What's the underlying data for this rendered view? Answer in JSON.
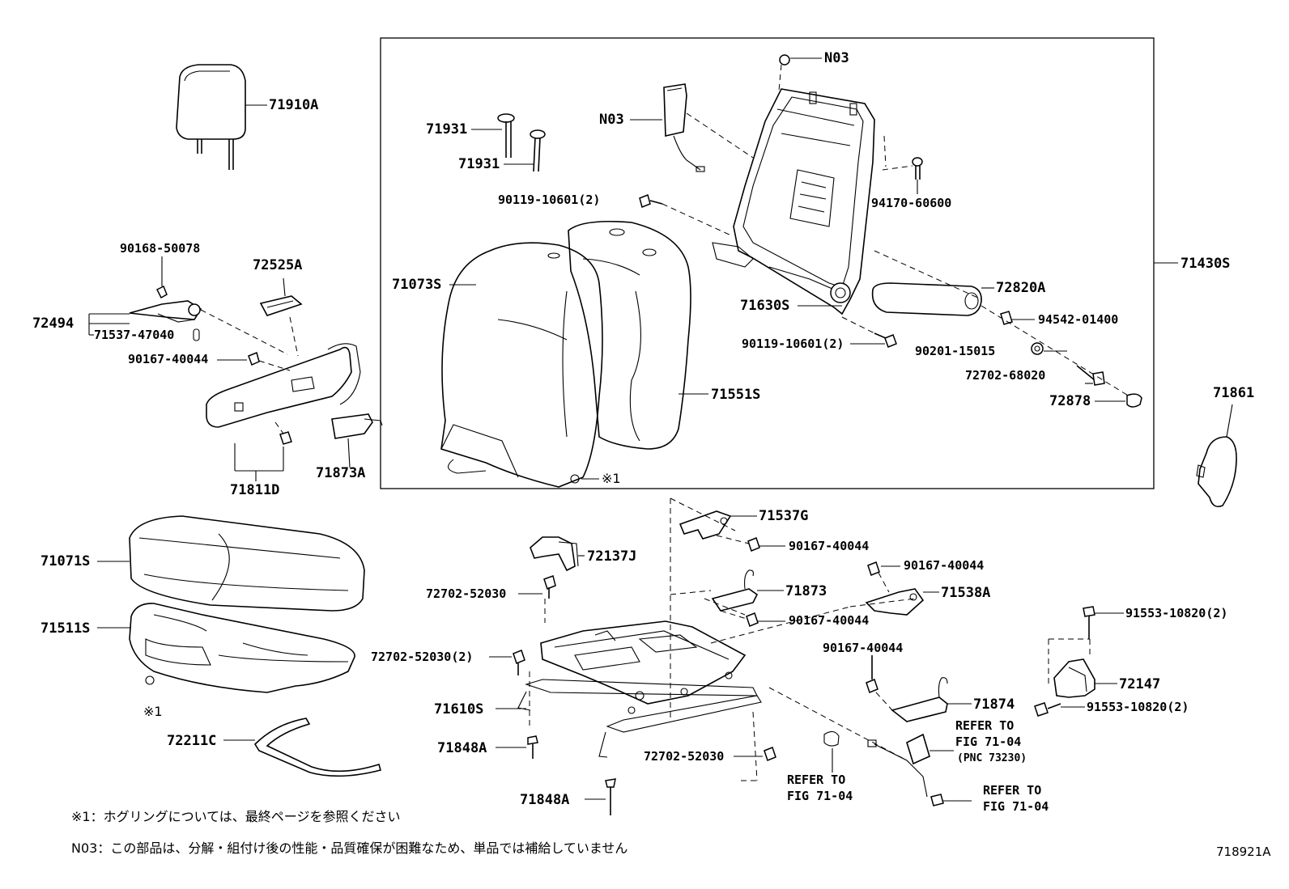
{
  "labels": {
    "l71910A": "71910A",
    "l71931a": "71931",
    "l71931b": "71931",
    "lN03a": "N03",
    "lN03b": "N03",
    "l94170": "94170-60600",
    "l90119a": "90119-10601(2)",
    "l90119b": "90119-10601(2)",
    "l71073S": "71073S",
    "l71430S": "71430S",
    "l72820A": "72820A",
    "l71630S": "71630S",
    "l94542": "94542-01400",
    "l90201": "90201-15015",
    "l72702_68020": "72702-68020",
    "l72878": "72878",
    "l71551S": "71551S",
    "l71861": "71861",
    "l90168": "90168-50078",
    "l72525A": "72525A",
    "l72494": "72494",
    "l71537_47040": "71537-47040",
    "l90167a": "90167-40044",
    "l71811D": "71811D",
    "l71873A": "71873A",
    "l71071S": "71071S",
    "l71511S": "71511S",
    "lmark1": "※1",
    "lmark2": "※1",
    "l72211C": "72211C",
    "l71537G": "71537G",
    "l72137J": "72137J",
    "l90167b": "90167-40044",
    "l90167c": "90167-40044",
    "l72702_52030a": "72702-52030",
    "l71873": "71873",
    "l71538A": "71538A",
    "l90167d": "90167-40044",
    "l91553a": "91553-10820(2)",
    "l72702_52030b": "72702-52030(2)",
    "l90167e": "90167-40044",
    "l72147": "72147",
    "l71874": "71874",
    "l71610S": "71610S",
    "l91553b": "91553-10820(2)",
    "l71848Aa": "71848A",
    "l72702_52030c": "72702-52030",
    "l71848Ab": "71848A",
    "lrefer1_a": "REFER TO",
    "lrefer1_b": "FIG 71-04",
    "lrefer1_c": "(PNC 73230)",
    "lrefer2_a": "REFER TO",
    "lrefer2_b": "FIG 71-04",
    "lrefer3_a": "REFER TO",
    "lrefer3_b": "FIG 71-04"
  },
  "notes": {
    "note1": "※1：ホグリングについては、最終ページを参照ください",
    "note2": "N03：この部品は、分解・組付け後の性能・品質確保が困難なため、単品では補給していません"
  },
  "figure_id": "718921A"
}
